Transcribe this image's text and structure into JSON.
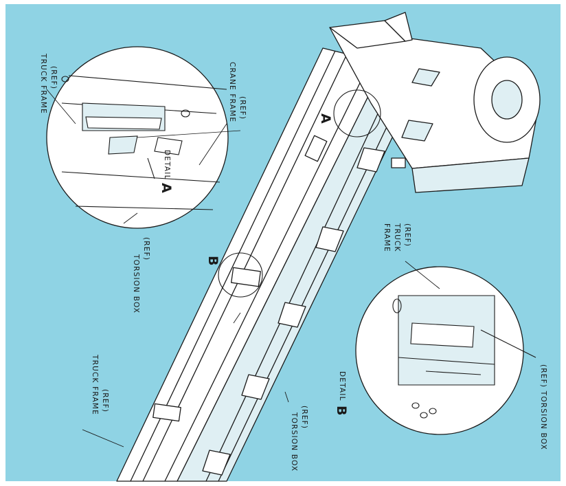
{
  "colors": {
    "background": "#8fd3e4",
    "page_edge": "#ffffff",
    "ink": "#1a1a1a",
    "fill_light": "#ffffff",
    "fill_shade": "#dfeff3"
  },
  "labels": {
    "a_truck_frame_ref": "(REF)",
    "a_truck_frame_text": "TRUCK FRAME",
    "a_crane_frame_ref": "(REF)",
    "a_crane_frame_text": "CRANE FRAME",
    "a_detail_word": "DETAIL",
    "a_detail_letter": "A",
    "torsion_box_ref_1": "(REF)",
    "torsion_box_text_1": "TORSION BOX",
    "callout_a": "A",
    "callout_b": "B",
    "truck_frame_ref_2": "(REF)",
    "truck_frame_text_2": "TRUCK FRAME",
    "torsion_box_ref_2": "(REF)",
    "torsion_box_text_2": "TORSION BOX",
    "b_truck_frame_ref": "(REF)",
    "b_truck_frame_line1": "TRUCK",
    "b_truck_frame_line2": "FRAME",
    "b_detail_word": "DETAIL",
    "b_detail_letter": "B",
    "b_torsion_box_text": "(REF) TORSION BOX"
  }
}
